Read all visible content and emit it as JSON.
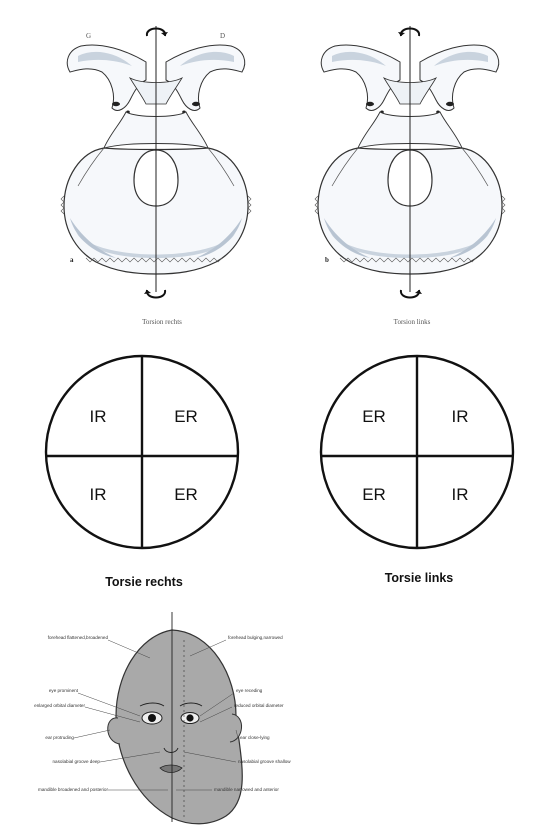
{
  "skull_panels": {
    "left": {
      "side_left": "G",
      "side_right": "D",
      "panel_letter": "a",
      "caption": "Torsion rechts"
    },
    "right": {
      "panel_letter": "b",
      "caption": "Torsion links"
    }
  },
  "torsion_diagrams": {
    "left": {
      "quadrants": {
        "top_left": "IR",
        "top_right": "ER",
        "bottom_left": "IR",
        "bottom_right": "ER"
      },
      "caption": "Torsie rechts"
    },
    "right": {
      "quadrants": {
        "top_left": "ER",
        "top_right": "IR",
        "bottom_left": "ER",
        "bottom_right": "IR"
      },
      "caption": "Torsie links"
    }
  },
  "face_diagram": {
    "left_labels": [
      "forehead flattened,broadened",
      "eye prominent",
      "enlarged orbital diameter",
      "ear protruding",
      "nasolabial groove deep",
      "mandible broadened and posterior"
    ],
    "right_labels": [
      "forehead bulging,narrowed",
      "eye receding",
      "reduced orbital diameter",
      "ear close-lying",
      "nasolabial groove shallow",
      "mandible narrowed and anterior"
    ]
  },
  "colors": {
    "line": "#111111",
    "bone_fill": "#f6f8fb",
    "bone_shade": "#c9d3de",
    "face_fill": "#a9a9a9"
  }
}
